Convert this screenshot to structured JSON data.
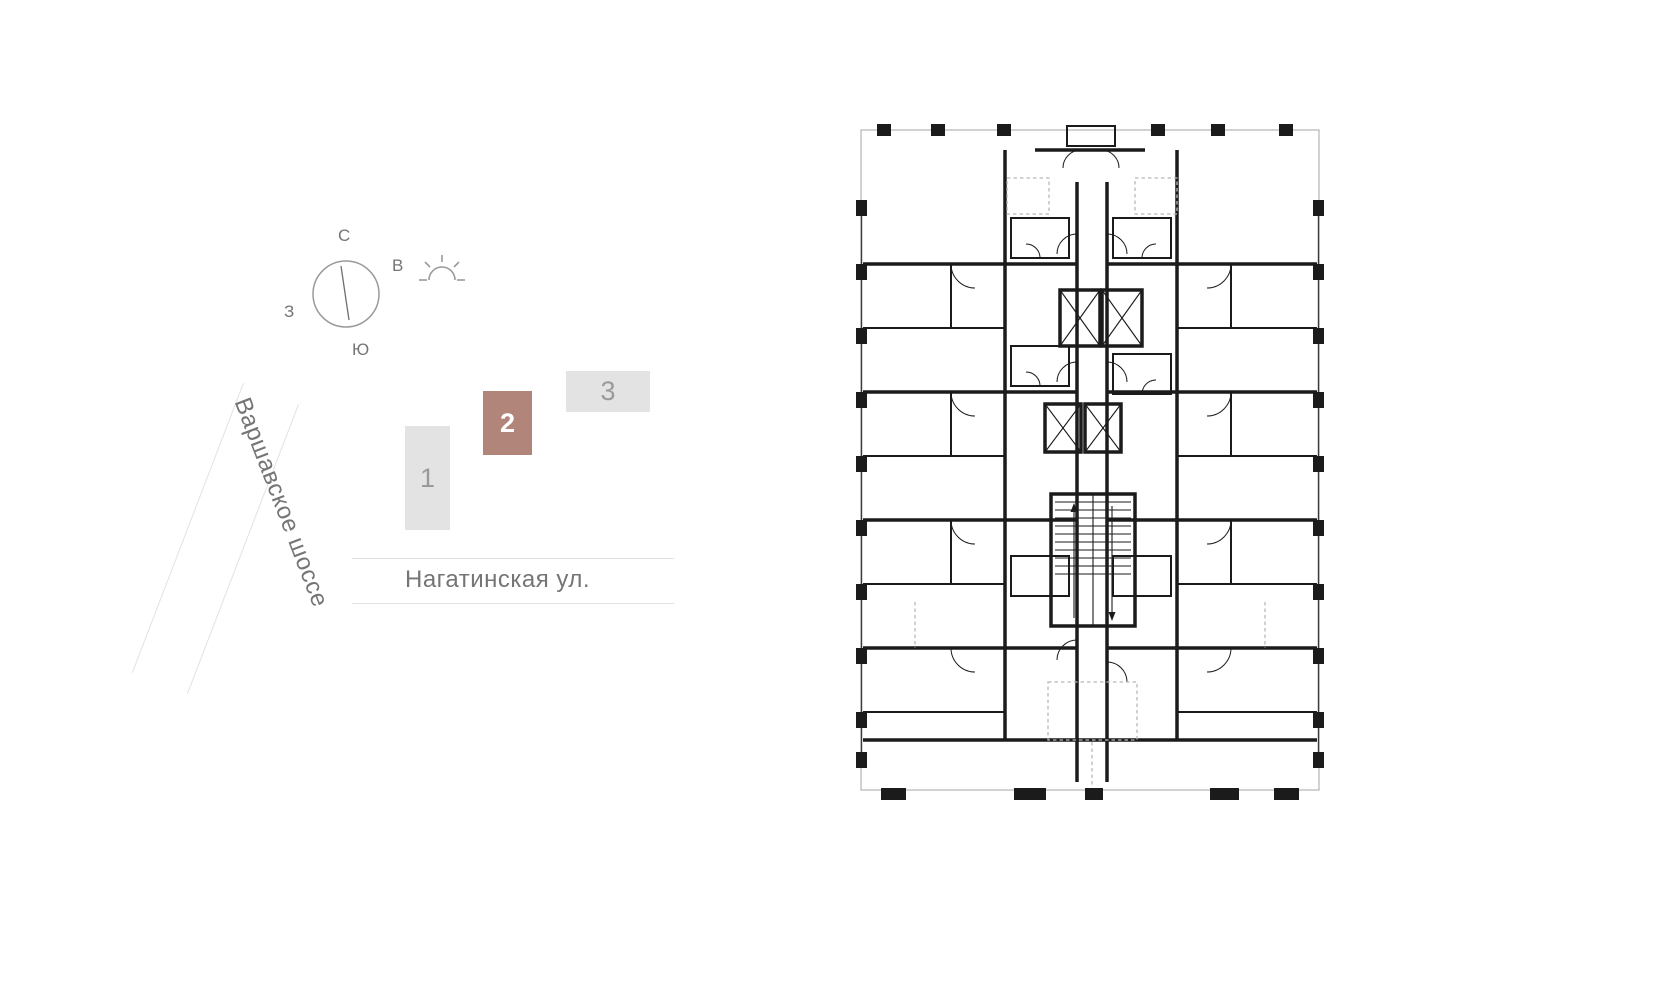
{
  "map": {
    "compass": {
      "north": "С",
      "east": "В",
      "south": "Ю",
      "west": "З"
    },
    "streets": {
      "diagonal": "Варшавское шоссе",
      "horizontal": "Нагатинская ул."
    },
    "buildings": [
      {
        "label": "1",
        "active": false
      },
      {
        "label": "2",
        "active": true
      },
      {
        "label": "3",
        "active": false
      }
    ],
    "colors": {
      "building_active": "#b2857b",
      "building_inactive": "#e3e3e3",
      "building_label_inactive": "#9a9a9a",
      "street_text": "#757575"
    }
  },
  "floorplan": {
    "line_color": "#1b1b1b",
    "description": "building section 2 floor plan"
  }
}
